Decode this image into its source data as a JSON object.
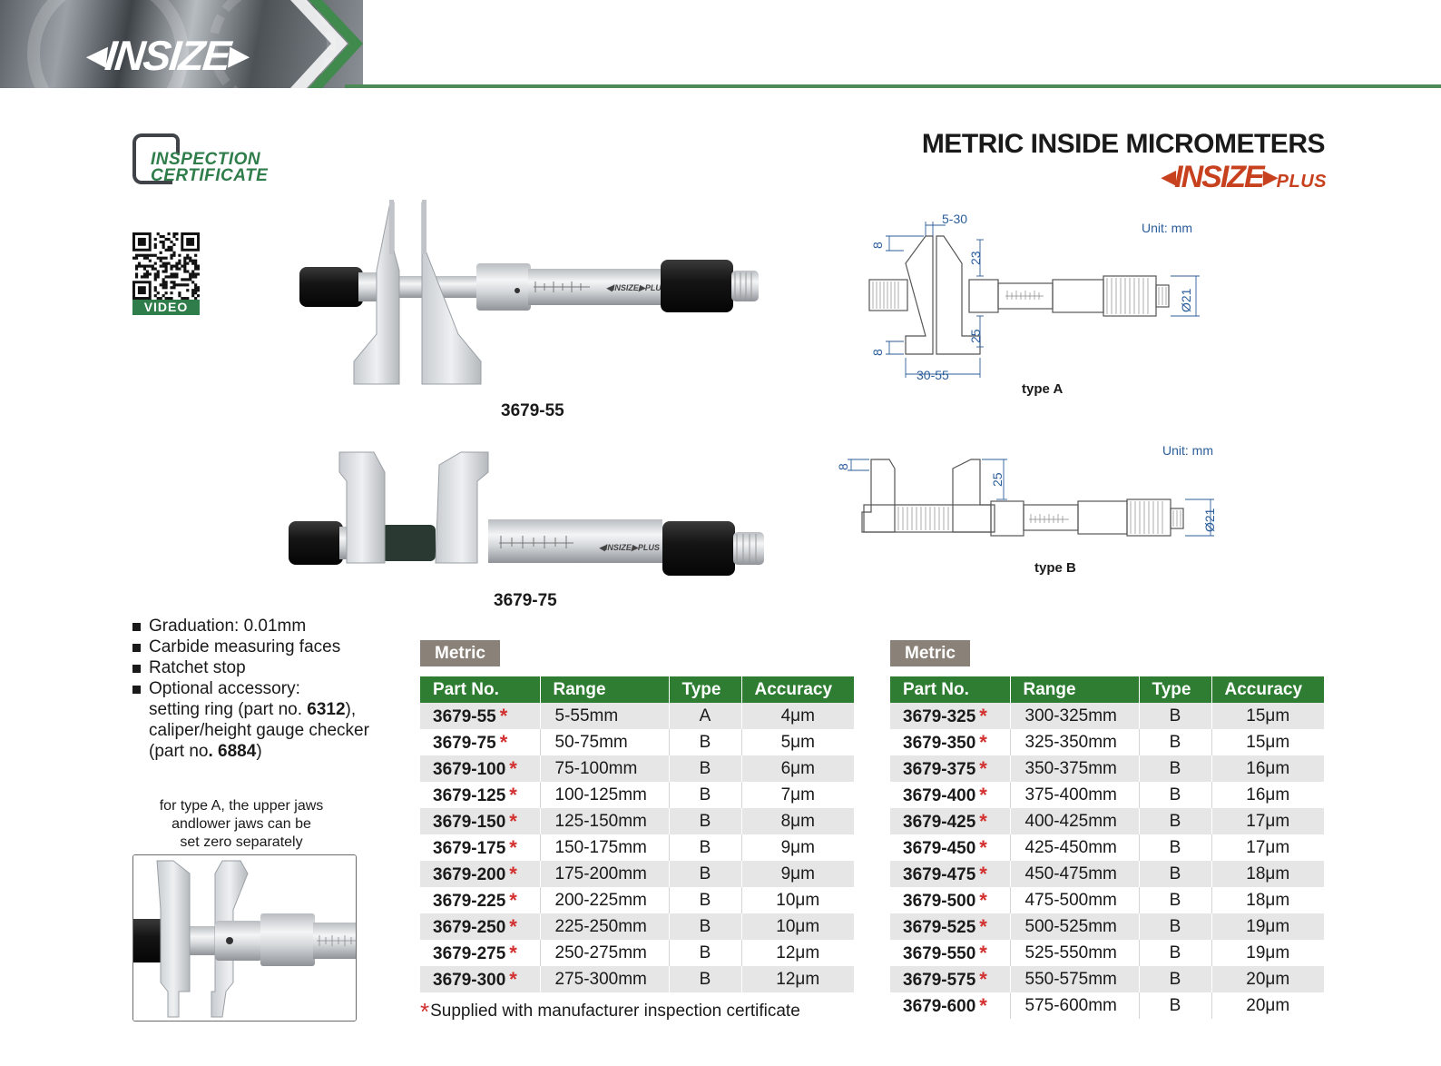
{
  "header": {
    "brand": "INSIZE"
  },
  "certificate": {
    "line1": "INSPECTION",
    "line2": "CERTIFICATE"
  },
  "video_label": "VIDEO",
  "title": "METRIC INSIDE MICROMETERS",
  "brand_plus": {
    "name": "INSIZE",
    "suffix": "PLUS"
  },
  "products": [
    {
      "caption": "3679-55"
    },
    {
      "caption": "3679-75"
    }
  ],
  "drawings": {
    "type_a": {
      "unit": "Unit: mm",
      "caption": "type A",
      "dims": {
        "top_gap": "5-30",
        "jaw_upper": "8",
        "upper_len": "23",
        "lower_len": "25",
        "jaw_lower": "8",
        "bottom_gap": "30-55",
        "dia": "Ø21"
      }
    },
    "type_b": {
      "unit": "Unit: mm",
      "caption": "type B",
      "dims": {
        "jaw": "8",
        "len": "25",
        "dia": "Ø21"
      }
    }
  },
  "features": {
    "items": [
      "Graduation: 0.01mm",
      "Carbide measuring faces",
      "Ratchet stop",
      "Optional accessory:"
    ],
    "acc1_pre": "setting ring (part no. ",
    "acc1_part": "6312",
    "acc1_post": "),",
    "acc2": "caliper/height gauge checker",
    "acc3_pre": "(part no",
    "acc3_part": ". 6884",
    "acc3_post": ")"
  },
  "note": {
    "l1": "for type A, the upper jaws",
    "l2": "andlower jaws can be",
    "l3": "set zero separately"
  },
  "tables": {
    "label": "Metric",
    "headers": [
      "Part No.",
      "Range",
      "Type",
      "Accuracy"
    ],
    "left": [
      [
        "3679-55",
        "5-55mm",
        "A",
        "4μm"
      ],
      [
        "3679-75",
        "50-75mm",
        "B",
        "5μm"
      ],
      [
        "3679-100",
        "75-100mm",
        "B",
        "6μm"
      ],
      [
        "3679-125",
        "100-125mm",
        "B",
        "7μm"
      ],
      [
        "3679-150",
        "125-150mm",
        "B",
        "8μm"
      ],
      [
        "3679-175",
        "150-175mm",
        "B",
        "9μm"
      ],
      [
        "3679-200",
        "175-200mm",
        "B",
        "9μm"
      ],
      [
        "3679-225",
        "200-225mm",
        "B",
        "10μm"
      ],
      [
        "3679-250",
        "225-250mm",
        "B",
        "10μm"
      ],
      [
        "3679-275",
        "250-275mm",
        "B",
        "12μm"
      ],
      [
        "3679-300",
        "275-300mm",
        "B",
        "12μm"
      ]
    ],
    "right": [
      [
        "3679-325",
        "300-325mm",
        "B",
        "15μm"
      ],
      [
        "3679-350",
        "325-350mm",
        "B",
        "15μm"
      ],
      [
        "3679-375",
        "350-375mm",
        "B",
        "16μm"
      ],
      [
        "3679-400",
        "375-400mm",
        "B",
        "16μm"
      ],
      [
        "3679-425",
        "400-425mm",
        "B",
        "17μm"
      ],
      [
        "3679-450",
        "425-450mm",
        "B",
        "17μm"
      ],
      [
        "3679-475",
        "450-475mm",
        "B",
        "18μm"
      ],
      [
        "3679-500",
        "475-500mm",
        "B",
        "18μm"
      ],
      [
        "3679-525",
        "500-525mm",
        "B",
        "19μm"
      ],
      [
        "3679-550",
        "525-550mm",
        "B",
        "19μm"
      ],
      [
        "3679-575",
        "550-575mm",
        "B",
        "20μm"
      ],
      [
        "3679-600",
        "575-600mm",
        "B",
        "20μm"
      ]
    ],
    "star": "*",
    "footnote": "Supplied with manufacturer inspection certificate"
  },
  "colors": {
    "green": "#2e7d32",
    "star_red": "#d32f2f",
    "brand_orange": "#c8411f",
    "tag_grey": "#8a8178",
    "dimension_blue": "#2b5d9a"
  }
}
